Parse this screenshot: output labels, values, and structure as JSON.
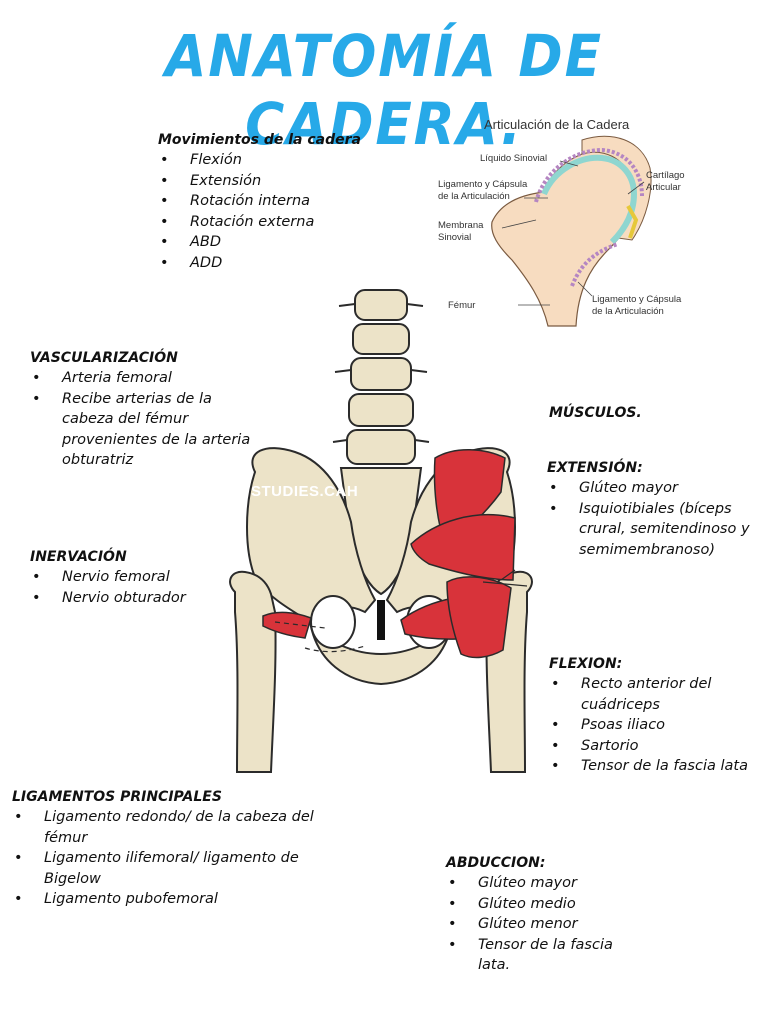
{
  "title": "Anatomía de cadera.",
  "movimientos": {
    "heading": "Movimientos de la cadera",
    "items": [
      "Flexión",
      "Extensión",
      "Rotación interna",
      "Rotación externa",
      "ABD",
      "ADD"
    ]
  },
  "diagram": {
    "title": "Articulación de la Cadera",
    "labels": {
      "liquido": "Líquido Sinovial",
      "ligamento_l1": "Ligamento y Cápsula",
      "ligamento_l2": "de la Articulación",
      "membrana_l1": "Membrana",
      "membrana_l2": "Sinovial",
      "femur": "Fémur",
      "cartilago_l1": "Cartílago",
      "cartilago_l2": "Articular",
      "ligamento2_l1": "Ligamento y Cápsula",
      "ligamento2_l2": "de la Articulación"
    }
  },
  "watermark": "STUDIES.CAH",
  "vascularizacion": {
    "heading": "VASCULARIZACIÓN",
    "items": [
      "Arteria femoral",
      "Recibe arterias de la cabeza del fémur provenientes de la arteria obturatriz"
    ]
  },
  "inervacion": {
    "heading": "INERVACIÓN",
    "items": [
      "Nervio femoral",
      "Nervio obturador"
    ]
  },
  "musculos": {
    "heading": "MÚSCULOS."
  },
  "extension": {
    "heading": "EXTENSIÓN:",
    "items": [
      "Glúteo mayor",
      "Isquiotibiales (bíceps crural, semitendinoso y semimembranoso)"
    ]
  },
  "flexion": {
    "heading": "FLEXION:",
    "items": [
      "Recto anterior del cuádriceps",
      "Psoas iliaco",
      "Sartorio",
      "Tensor de la fascia lata"
    ]
  },
  "ligamentos": {
    "heading": "LIGAMENTOS PRINCIPALES",
    "items": [
      "Ligamento redondo/ de la cabeza del fémur",
      "Ligamento ilifemoral/ ligamento de Bigelow",
      "Ligamento pubofemoral"
    ]
  },
  "abduccion": {
    "heading": "ABDUCCION:",
    "items": [
      "Glúteo mayor",
      "Glúteo medio",
      "Glúteo menor",
      "Tensor de la fascia lata."
    ]
  },
  "colors": {
    "title": "#27a9e8",
    "bone": "#ece3c8",
    "muscle": "#d8333a",
    "outline": "#2b2b2b"
  }
}
